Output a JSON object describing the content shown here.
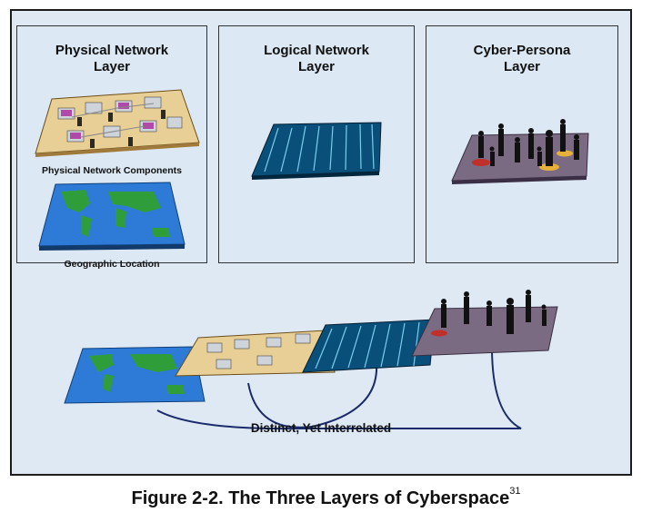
{
  "panels": {
    "physical": {
      "title_line1": "Physical Network",
      "title_line2": "Layer",
      "label_components": "Physical Network Components",
      "label_geographic": "Geographic Location"
    },
    "logical": {
      "title_line1": "Logical Network",
      "title_line2": "Layer"
    },
    "persona": {
      "title_line1": "Cyber-Persona",
      "title_line2": "Layer"
    }
  },
  "bottom": {
    "label": "Distinct, Yet Interrelated"
  },
  "caption": {
    "text": "Figure 2-2. The Three Layers of Cyberspace",
    "footnote": "31"
  },
  "colors": {
    "panel_bg": "#dce8f3",
    "ocean": "#2d7bd6",
    "land": "#2f9e3a",
    "board": "#e8cf95",
    "matrix": "#0a4f7a",
    "persona_floor": "#7a6a82",
    "connector": "#1a2a6b"
  }
}
